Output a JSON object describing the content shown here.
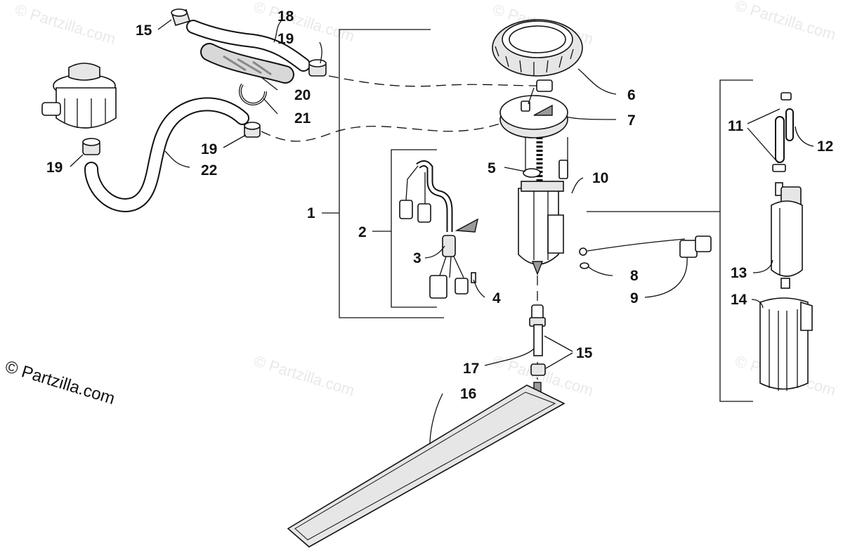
{
  "watermark": {
    "text": "© Partzilla.com"
  },
  "copyright": "© Partzilla.com",
  "callouts": [
    {
      "key": "c1",
      "label": "1"
    },
    {
      "key": "c2",
      "label": "2"
    },
    {
      "key": "c3",
      "label": "3"
    },
    {
      "key": "c4",
      "label": "4"
    },
    {
      "key": "c5",
      "label": "5"
    },
    {
      "key": "c6",
      "label": "6"
    },
    {
      "key": "c7",
      "label": "7"
    },
    {
      "key": "c8",
      "label": "8"
    },
    {
      "key": "c9",
      "label": "9"
    },
    {
      "key": "c10",
      "label": "10"
    },
    {
      "key": "c11",
      "label": "11"
    },
    {
      "key": "c12",
      "label": "12"
    },
    {
      "key": "c13",
      "label": "13"
    },
    {
      "key": "c14",
      "label": "14"
    },
    {
      "key": "c15a",
      "label": "15"
    },
    {
      "key": "c15b",
      "label": "15"
    },
    {
      "key": "c16",
      "label": "16"
    },
    {
      "key": "c17",
      "label": "17"
    },
    {
      "key": "c18",
      "label": "18"
    },
    {
      "key": "c19a",
      "label": "19"
    },
    {
      "key": "c19b",
      "label": "19"
    },
    {
      "key": "c19c",
      "label": "19"
    },
    {
      "key": "c20",
      "label": "20"
    },
    {
      "key": "c21",
      "label": "21"
    },
    {
      "key": "c22",
      "label": "22"
    }
  ]
}
